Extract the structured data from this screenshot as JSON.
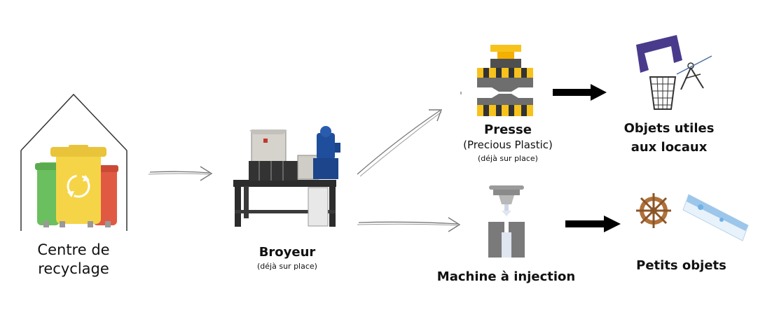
{
  "nodes": {
    "recycling": {
      "label_line1": "Centre de",
      "label_line2": "recyclage"
    },
    "shredder": {
      "label": "Broyeur",
      "note": "(déjà sur place)"
    },
    "press": {
      "label": "Presse",
      "sub": "(Precious Plastic)",
      "note": "(déjà sur place)"
    },
    "injection": {
      "label": "Machine à injection"
    },
    "useful": {
      "label_line1": "Objets utiles",
      "label_line2": "aux locaux"
    },
    "small": {
      "label": "Petits objets"
    }
  },
  "colors": {
    "bin_green": "#6abf5e",
    "bin_yellow": "#f5d547",
    "bin_red": "#e05a43",
    "press_yellow": "#f7c21c",
    "press_grey": "#6e6e6e",
    "machine_blue": "#1f4e9c",
    "purple": "#4a3a8c"
  }
}
